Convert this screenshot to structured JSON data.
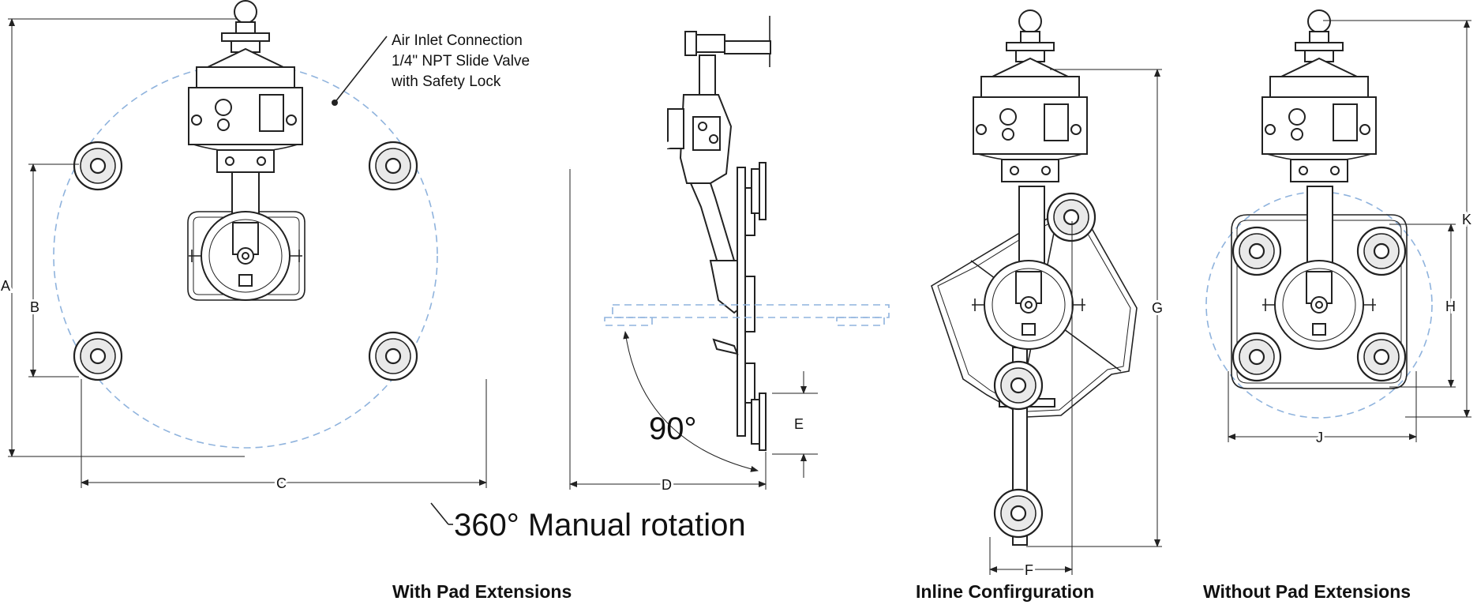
{
  "callout": {
    "line1": "Air Inlet Connection",
    "line2": "1/4\" NPT Slide Valve",
    "line3": "with Safety Lock"
  },
  "rotation_label": "360° Manual rotation",
  "angle_label": "90°",
  "dimensions": {
    "A": "A",
    "B": "B",
    "C": "C",
    "D": "D",
    "E": "E",
    "F": "F",
    "G": "G",
    "H": "H",
    "J": "J",
    "K": "K"
  },
  "captions": {
    "with_extensions": "With Pad Extensions",
    "inline": "Inline Confirguration",
    "without_extensions": "Without Pad Extensions"
  },
  "colors": {
    "line": "#222222",
    "dashed_outline": "#8fb3dd"
  }
}
